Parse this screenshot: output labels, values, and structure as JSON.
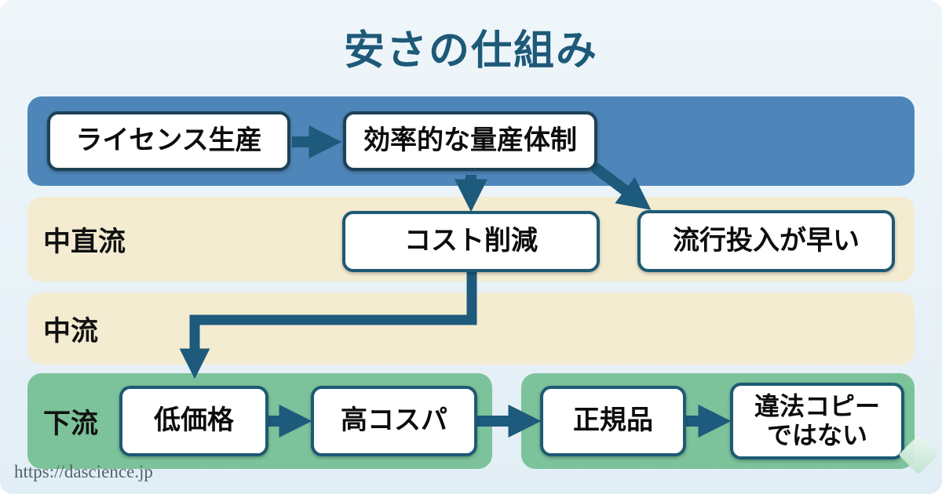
{
  "page": {
    "title": "安さの仕組み",
    "watermark_url": "https://dascience.jp"
  },
  "diagram": {
    "bands": {
      "upstream": {
        "label": ""
      },
      "mid_direct": {
        "label": "中直流"
      },
      "mid": {
        "label": "中流"
      },
      "downstream": {
        "label": "下流"
      }
    },
    "nodes": {
      "license": {
        "label": "ライセンス生産"
      },
      "mass_production": {
        "label": "効率的な量産体制"
      },
      "cost_reduction": {
        "label": "コスト削減"
      },
      "fast_trend": {
        "label": "流行投入が早い"
      },
      "low_price": {
        "label": "低価格"
      },
      "high_cospa": {
        "label": "高コスパ"
      },
      "genuine": {
        "label": "正規品"
      },
      "not_illegal_copy": {
        "label_line1": "違法コピー",
        "label_line2": "ではない"
      }
    },
    "edges": [
      {
        "from": "license",
        "to": "mass_production"
      },
      {
        "from": "mass_production",
        "to": "cost_reduction"
      },
      {
        "from": "mass_production",
        "to": "fast_trend"
      },
      {
        "from": "cost_reduction",
        "to": "low_price"
      },
      {
        "from": "low_price",
        "to": "high_cospa"
      },
      {
        "from": "high_cospa",
        "to": "genuine"
      },
      {
        "from": "genuine",
        "to": "not_illegal_copy"
      }
    ]
  },
  "colors": {
    "bg_top": "#eff6fa",
    "bg_bottom": "#e2eef5",
    "title_color": "#1e5a78",
    "band_blue": "#4e86ba",
    "band_cream": "#f4ecd1",
    "band_green": "#7cc29a",
    "box_border": "#1d5a74",
    "box_border_dark": "#1e4257",
    "arrow_color": "#1d5a7c",
    "url_color": "#53646a"
  }
}
